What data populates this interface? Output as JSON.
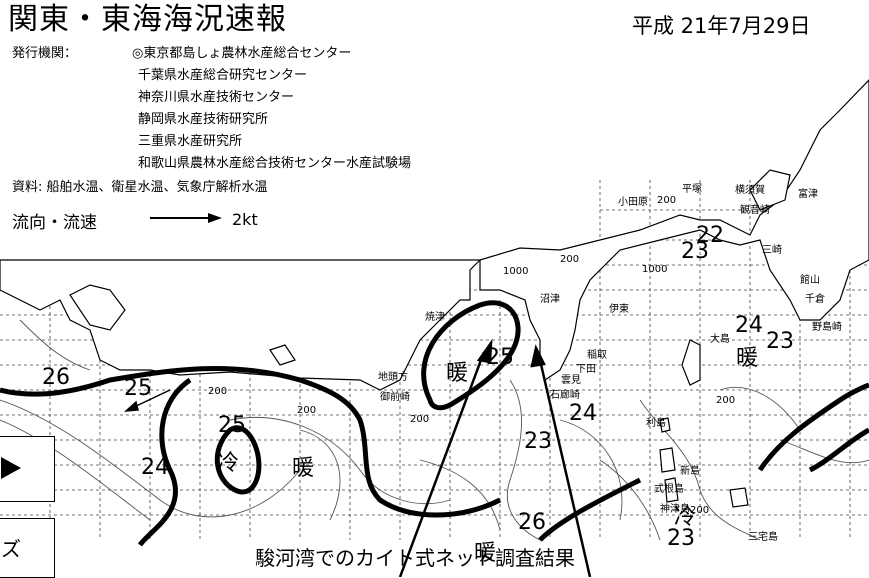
{
  "header": {
    "title": "関東・東海海況速報",
    "date": "平成 21年7月29日",
    "issuer_label": "発行機関：",
    "issuers": [
      "◎東京都島しょ農林水産総合センター",
      "千葉県水産総合研究センター",
      "神奈川県水産技術センター",
      "静岡県水産技術研究所",
      "三重県水産研究所",
      "和歌山県農林水産総合技術センター水産試験場"
    ],
    "sources": "資料: 船舶水温、衛星水温、気象庁解析水温"
  },
  "legend": {
    "flow_label": "流向・流速",
    "flow_speed": "2kt"
  },
  "map": {
    "temperature_labels": [
      "26",
      "25",
      "25",
      "24",
      "25",
      "24",
      "23",
      "26",
      "22",
      "23",
      "24",
      "23",
      "23"
    ],
    "water_mass_labels": [
      "冷",
      "暖",
      "暖",
      "暖",
      "冷",
      "暖"
    ],
    "depth_labels": [
      "1000",
      "200",
      "1000",
      "200",
      "200",
      "200",
      "200",
      "200",
      "200"
    ],
    "place_names": [
      "小田原",
      "平塚",
      "横須賀",
      "観音崎",
      "富津",
      "三崎",
      "館山",
      "千倉",
      "野島崎",
      "大島",
      "利島",
      "新島",
      "式根島",
      "神津島",
      "三宅島",
      "焼津",
      "沼津",
      "伊東",
      "稲取",
      "下田",
      "雲見",
      "石廊崎",
      "地頭方",
      "御前崎"
    ],
    "colors": {
      "land": "#ffffff",
      "coast": "#000000",
      "front": "#000000",
      "isotherm": "#555555"
    }
  },
  "caption": "駿河湾でのカイト式ネット調査結果",
  "controls": {
    "series_label": "ズ"
  }
}
